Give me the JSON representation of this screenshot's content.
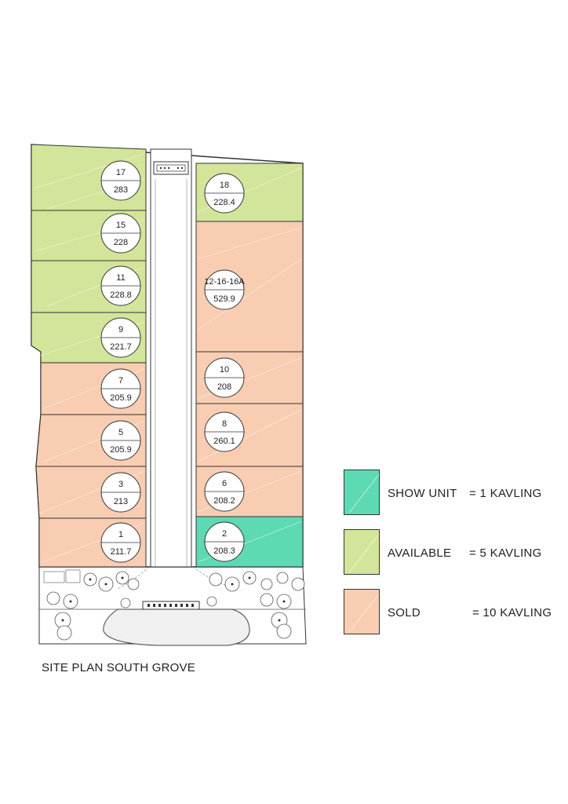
{
  "colors": {
    "show_unit": "#5dd9b3",
    "available": "#d3e59a",
    "sold": "#f8cdb2",
    "outline": "#333333",
    "tree": "#555555"
  },
  "lots": [
    {
      "number": "17",
      "area": "283",
      "status": "available"
    },
    {
      "number": "15",
      "area": "228",
      "status": "available"
    },
    {
      "number": "11",
      "area": "228.8",
      "status": "available"
    },
    {
      "number": "9",
      "area": "221.7",
      "status": "available"
    },
    {
      "number": "7",
      "area": "205.9",
      "status": "sold"
    },
    {
      "number": "5",
      "area": "205.9",
      "status": "sold"
    },
    {
      "number": "3",
      "area": "213",
      "status": "sold"
    },
    {
      "number": "1",
      "area": "211.7",
      "status": "sold"
    },
    {
      "number": "18",
      "area": "228.4",
      "status": "available"
    },
    {
      "number": "12-16-16A",
      "area": "529.9",
      "status": "sold"
    },
    {
      "number": "10",
      "area": "208",
      "status": "sold"
    },
    {
      "number": "8",
      "area": "260.1",
      "status": "sold"
    },
    {
      "number": "6",
      "area": "208.2",
      "status": "sold"
    },
    {
      "number": "2",
      "area": "208.3",
      "status": "show_unit"
    }
  ],
  "legend": [
    {
      "key": "show_unit",
      "label": "SHOW UNIT",
      "count": "= 1 KAVLING"
    },
    {
      "key": "available",
      "label": "AVAILABLE",
      "count": "= 5 KAVLING"
    },
    {
      "key": "sold",
      "label": "SOLD",
      "count": "= 10 KAVLING"
    }
  ],
  "caption": "SITE PLAN SOUTH GROVE"
}
